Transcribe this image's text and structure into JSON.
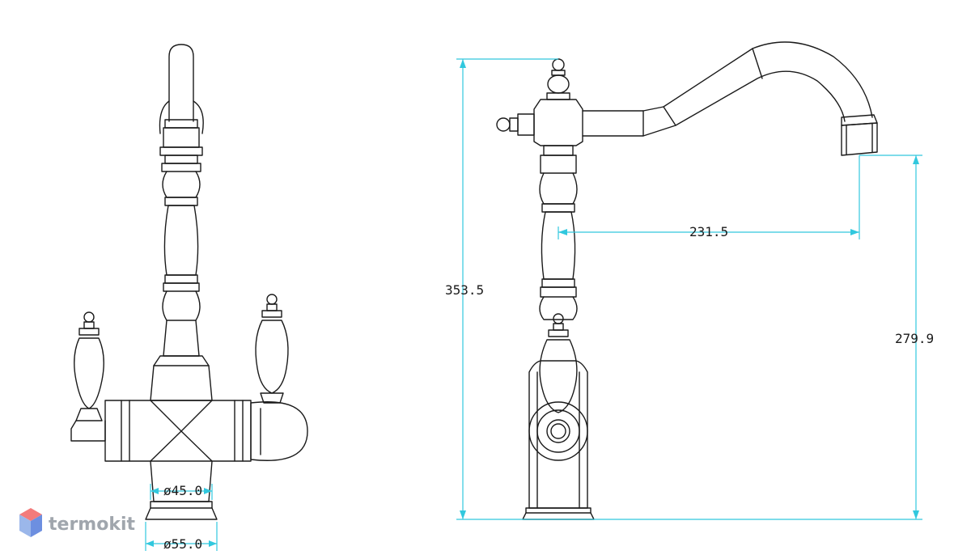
{
  "dimensions": {
    "base_diameter_inner": "ø45.0",
    "base_diameter_outer": "ø55.0",
    "total_height": "353.5",
    "spout_reach": "231.5",
    "spout_height": "279.9"
  },
  "watermark": {
    "brand": "termokit",
    "colors": {
      "cube_top": "#f37b7b",
      "cube_left": "#9bb7ea",
      "cube_right": "#6d8fe0",
      "text": "#a0a6ad"
    }
  },
  "colors": {
    "dimension_lines": "#31c8de",
    "outline": "#1a1a1a"
  }
}
